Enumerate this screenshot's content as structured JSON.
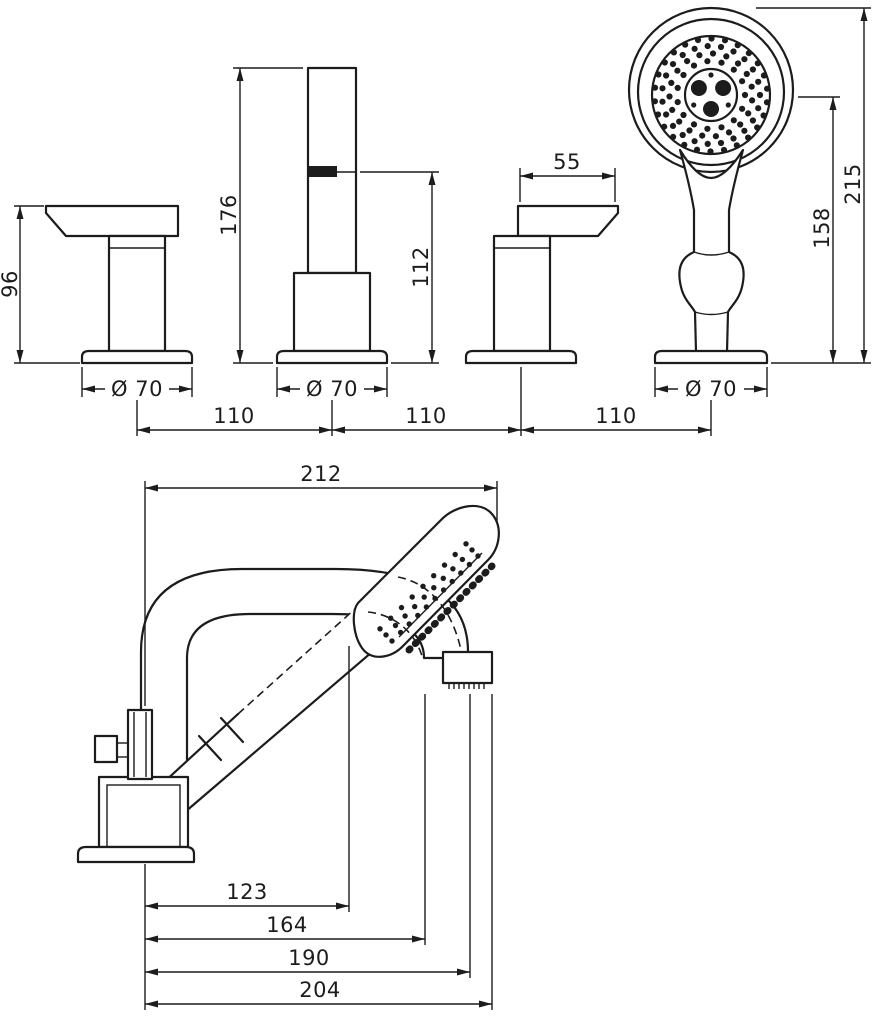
{
  "meta": {
    "title": "Bath mixer technical dimension drawing"
  },
  "colors": {
    "ink": "#1c1c1c",
    "paper": "#ffffff"
  },
  "front_view": {
    "handle_height": "96",
    "spout_height": "176",
    "spout_outlet_height": "112",
    "handle_lever_length": "55",
    "shower_holder_height": "158",
    "shower_total_height": "215",
    "base_diameter_handle": "Ø 70",
    "base_diameter_spout": "Ø 70",
    "base_diameter_shower": "Ø 70",
    "hole_spacing_1": "110",
    "hole_spacing_2": "110",
    "hole_spacing_3": "110"
  },
  "side_view": {
    "spout_reach": "212",
    "dim_dock": "123",
    "dim_outlet_inner": "164",
    "dim_outlet_center": "190",
    "dim_outlet_outer": "204"
  }
}
